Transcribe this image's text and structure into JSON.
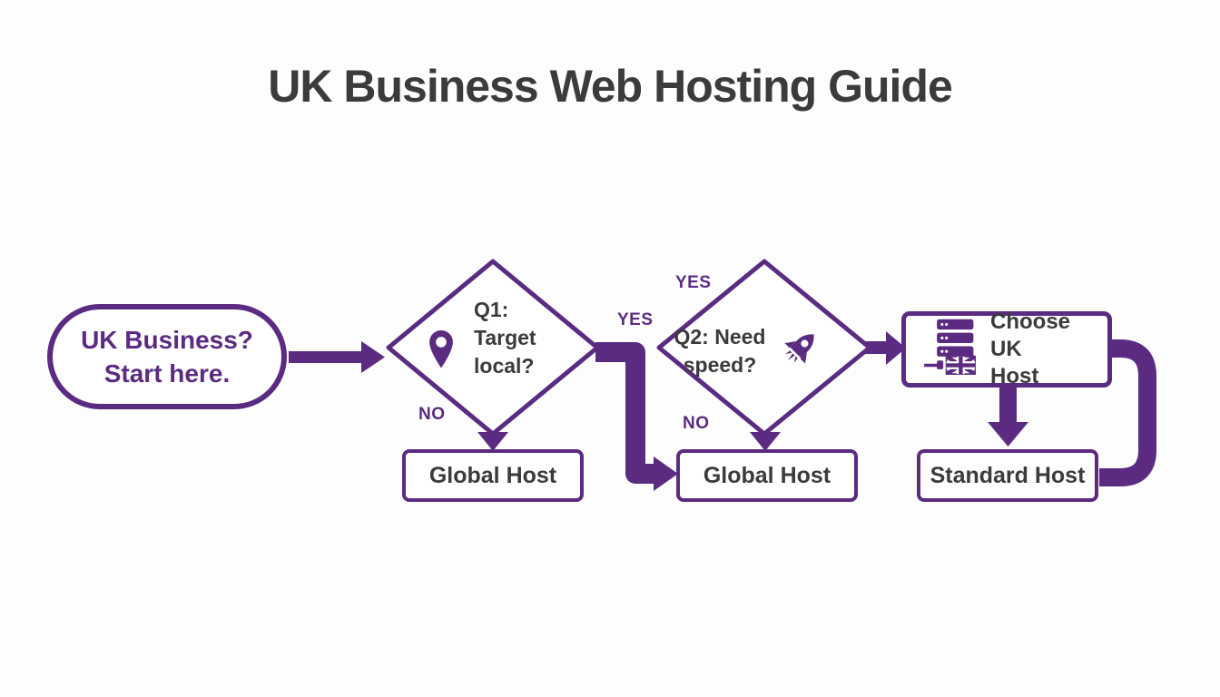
{
  "title": "UK Business Web Hosting Guide",
  "colors": {
    "purple": "#5b2b82",
    "text_dark": "#3b3b3b",
    "background": "#fdfdfd",
    "node_fill": "#ffffff"
  },
  "nodes": {
    "start": {
      "line1": "UK Business?",
      "line2": "Start here."
    },
    "q1": {
      "line1": "Q1:",
      "line2": "Target",
      "line3": "local?",
      "icon": "location-pin-icon"
    },
    "q2": {
      "line1": "Q2: Need",
      "line2": "speed?",
      "icon": "rocket-icon"
    },
    "global_host_1": {
      "label": "Global Host"
    },
    "global_host_2": {
      "label": "Global Host"
    },
    "choose_uk_host": {
      "line1": "Choose UK",
      "line2": "Host",
      "icon": "uk-server-icon"
    },
    "standard_host": {
      "label": "Standard Host"
    }
  },
  "edge_labels": {
    "q1_yes": "YES",
    "q1_no": "NO",
    "q2_yes": "YES",
    "q2_no": "NO"
  }
}
